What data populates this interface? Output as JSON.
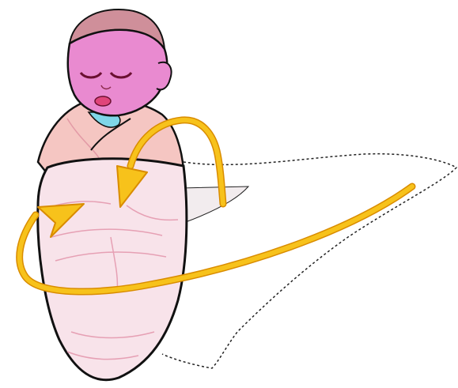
{
  "illustration": {
    "subject": "swaddled-baby",
    "step_arrows": [
      "right-arrow",
      "down-arrow"
    ],
    "colors": {
      "skin": "#e98ad0",
      "hair": "#cf8f9a",
      "inner_wrap": "#f5c6c2",
      "outer_wrap": "#f8e3ea",
      "wrap_folds": "#e6a0b4",
      "undershirt": "#7fd6e8",
      "arrow": "#f7c21b",
      "arrow_outline": "#d98c00",
      "lips": "#e0457a",
      "outline": "#111111",
      "dashed_outline": "#222222",
      "corner_flap": "#f2ecee"
    }
  }
}
